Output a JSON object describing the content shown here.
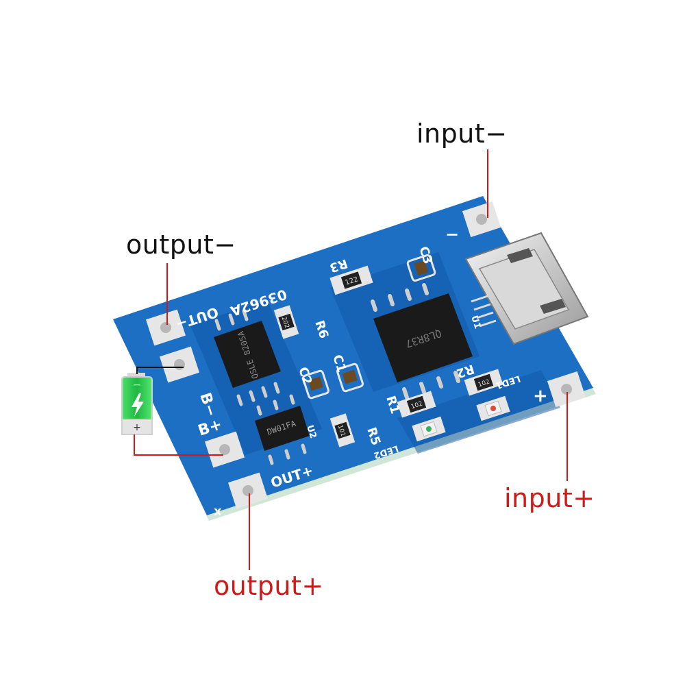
{
  "labels": {
    "input_minus": "input−",
    "output_minus": "output−",
    "input_plus": "input+",
    "output_plus": "output+"
  },
  "board": {
    "silkscreen": {
      "out_minus": "OUT−",
      "b_minus": "B−",
      "b_plus": "B+",
      "out_plus": "OUT+",
      "plus": "+",
      "minus": "−",
      "x": "x",
      "model": "03962A",
      "r1": "R1",
      "r2": "R2",
      "r3": "R3",
      "r5": "R5",
      "r6": "R6",
      "c1": "C1",
      "c2": "C2",
      "c3": "C3",
      "led1": "LED1",
      "led2": "LED2",
      "u1": "U1",
      "u2": "U2"
    },
    "resistor_codes": {
      "r3": "122",
      "r6": "202",
      "r1": "102",
      "r2": "102",
      "r5": "101"
    },
    "ic_markings": {
      "u1": "QL8R37",
      "dw01": "QSLE 8205A",
      "u2": "DW01FA"
    }
  },
  "battery": {
    "minus": "−",
    "plus": "+"
  },
  "colors": {
    "pcb_blue": "#1d6fc4",
    "pcb_dark": "#0c4e96",
    "pad": "#e8e8e8",
    "callout_red": "#d01a1a",
    "callout_black": "#111111",
    "battery_green": "#29c84a"
  },
  "icons": [
    "battery-icon",
    "micro-usb-port-icon",
    "led-icon"
  ]
}
